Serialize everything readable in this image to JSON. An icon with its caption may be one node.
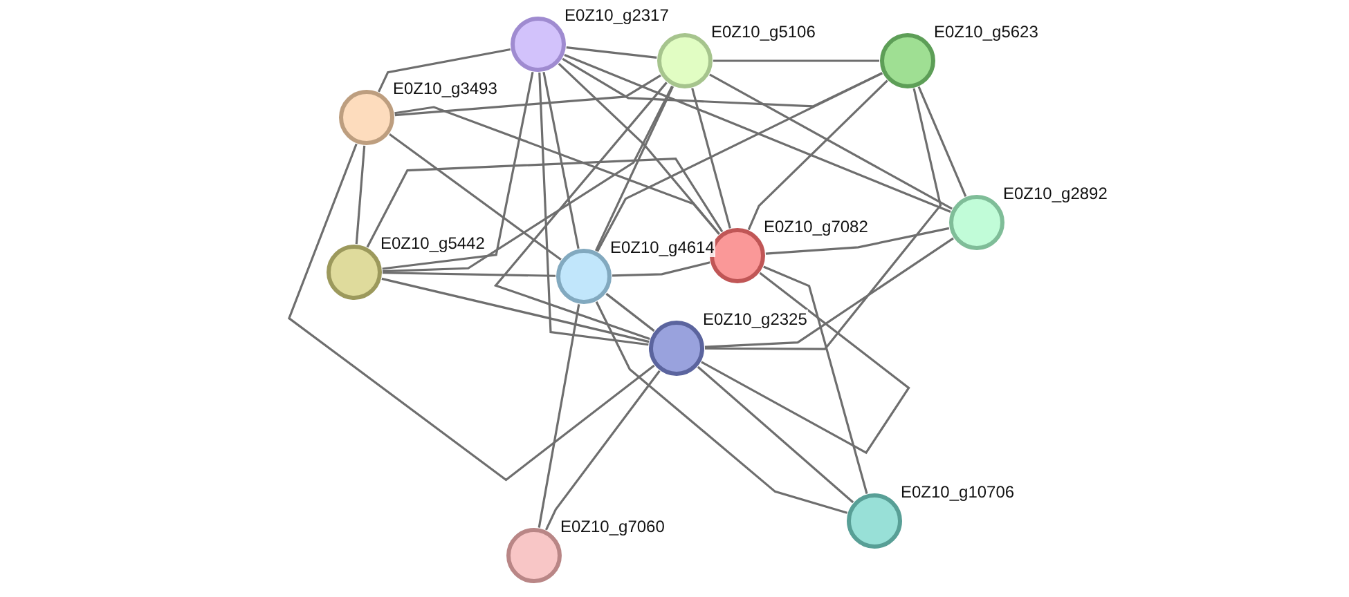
{
  "diagram": {
    "nodes": [
      {
        "text": [
          "E0Z10_g2317"
        ]
      },
      {
        "text": [
          "E0Z10_g5106"
        ]
      },
      {
        "text": [
          "E0Z10_g5623"
        ]
      },
      {
        "text": [
          "E0Z10_g3493"
        ]
      },
      {
        "text": [
          "E0Z10_g2892"
        ]
      },
      {
        "text": [
          "E0Z10_g7082"
        ]
      },
      {
        "text": [
          "E0Z10_g5442"
        ]
      },
      {
        "text": [
          "E0Z10_g4614"
        ]
      },
      {
        "text": [
          "E0Z10_g2325"
        ]
      },
      {
        "text": [
          "E0Z10_g10706"
        ]
      },
      {
        "text": [
          "E0Z10_g7060"
        ]
      }
    ],
    "edges": [
      {
        "from": 0,
        "to": 1,
        "arrow": "none"
      },
      {
        "from": 0,
        "to": 2,
        "arrow": "none"
      },
      {
        "from": 0,
        "to": 3,
        "arrow": "none"
      },
      {
        "from": 0,
        "to": 7,
        "arrow": "none"
      },
      {
        "from": 0,
        "to": 8,
        "arrow": "none"
      },
      {
        "from": 0,
        "to": 5,
        "arrow": "none"
      },
      {
        "from": 0,
        "to": 4,
        "arrow": "none"
      },
      {
        "from": 0,
        "to": 6,
        "arrow": "none"
      },
      {
        "from": 1,
        "to": 2,
        "arrow": "none"
      },
      {
        "from": 1,
        "to": 3,
        "arrow": "none"
      },
      {
        "from": 1,
        "to": 7,
        "arrow": "none"
      },
      {
        "from": 1,
        "to": 8,
        "arrow": "none"
      },
      {
        "from": 1,
        "to": 5,
        "arrow": "none"
      },
      {
        "from": 1,
        "to": 4,
        "arrow": "none"
      },
      {
        "from": 1,
        "to": 6,
        "arrow": "none"
      },
      {
        "from": 2,
        "to": 4,
        "arrow": "none"
      },
      {
        "from": 2,
        "to": 5,
        "arrow": "none"
      },
      {
        "from": 2,
        "to": 8,
        "arrow": "none"
      },
      {
        "from": 2,
        "to": 7,
        "arrow": "none"
      },
      {
        "from": 3,
        "to": 6,
        "arrow": "none"
      },
      {
        "from": 3,
        "to": 7,
        "arrow": "none"
      },
      {
        "from": 3,
        "to": 8,
        "arrow": "none"
      },
      {
        "from": 3,
        "to": 5,
        "arrow": "none"
      },
      {
        "from": 4,
        "to": 5,
        "arrow": "none"
      },
      {
        "from": 4,
        "to": 8,
        "arrow": "none"
      },
      {
        "from": 5,
        "to": 7,
        "arrow": "none"
      },
      {
        "from": 5,
        "to": 8,
        "arrow": "none"
      },
      {
        "from": 5,
        "to": 6,
        "arrow": "none"
      },
      {
        "from": 5,
        "to": 9,
        "arrow": "none"
      },
      {
        "from": 6,
        "to": 7,
        "arrow": "none"
      },
      {
        "from": 6,
        "to": 8,
        "arrow": "none"
      },
      {
        "from": 7,
        "to": 8,
        "arrow": "none"
      },
      {
        "from": 7,
        "to": 10,
        "arrow": "none"
      },
      {
        "from": 7,
        "to": 9,
        "arrow": "none"
      },
      {
        "from": 8,
        "to": 10,
        "arrow": "none"
      },
      {
        "from": 8,
        "to": 9,
        "arrow": "none"
      }
    ]
  }
}
